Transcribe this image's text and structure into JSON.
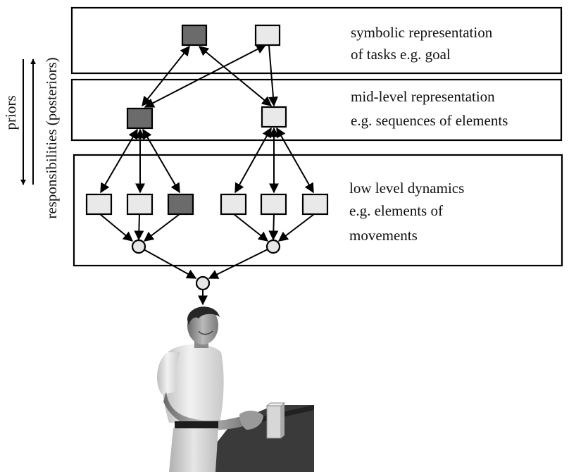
{
  "levels": {
    "top": {
      "line1": "symbolic representation",
      "line2": "of tasks e.g. goal"
    },
    "mid": {
      "line1": "mid-level representation",
      "line2": "e.g. sequences of elements"
    },
    "low": {
      "line1": "low level dynamics",
      "line2": "e.g. elements of",
      "line3": "movements"
    }
  },
  "side_labels": {
    "down": "priors",
    "up": "responsibilities (posteriors)"
  },
  "colors": {
    "dark_node": "#6b6b6b",
    "light_node": "#e9e9e9"
  }
}
